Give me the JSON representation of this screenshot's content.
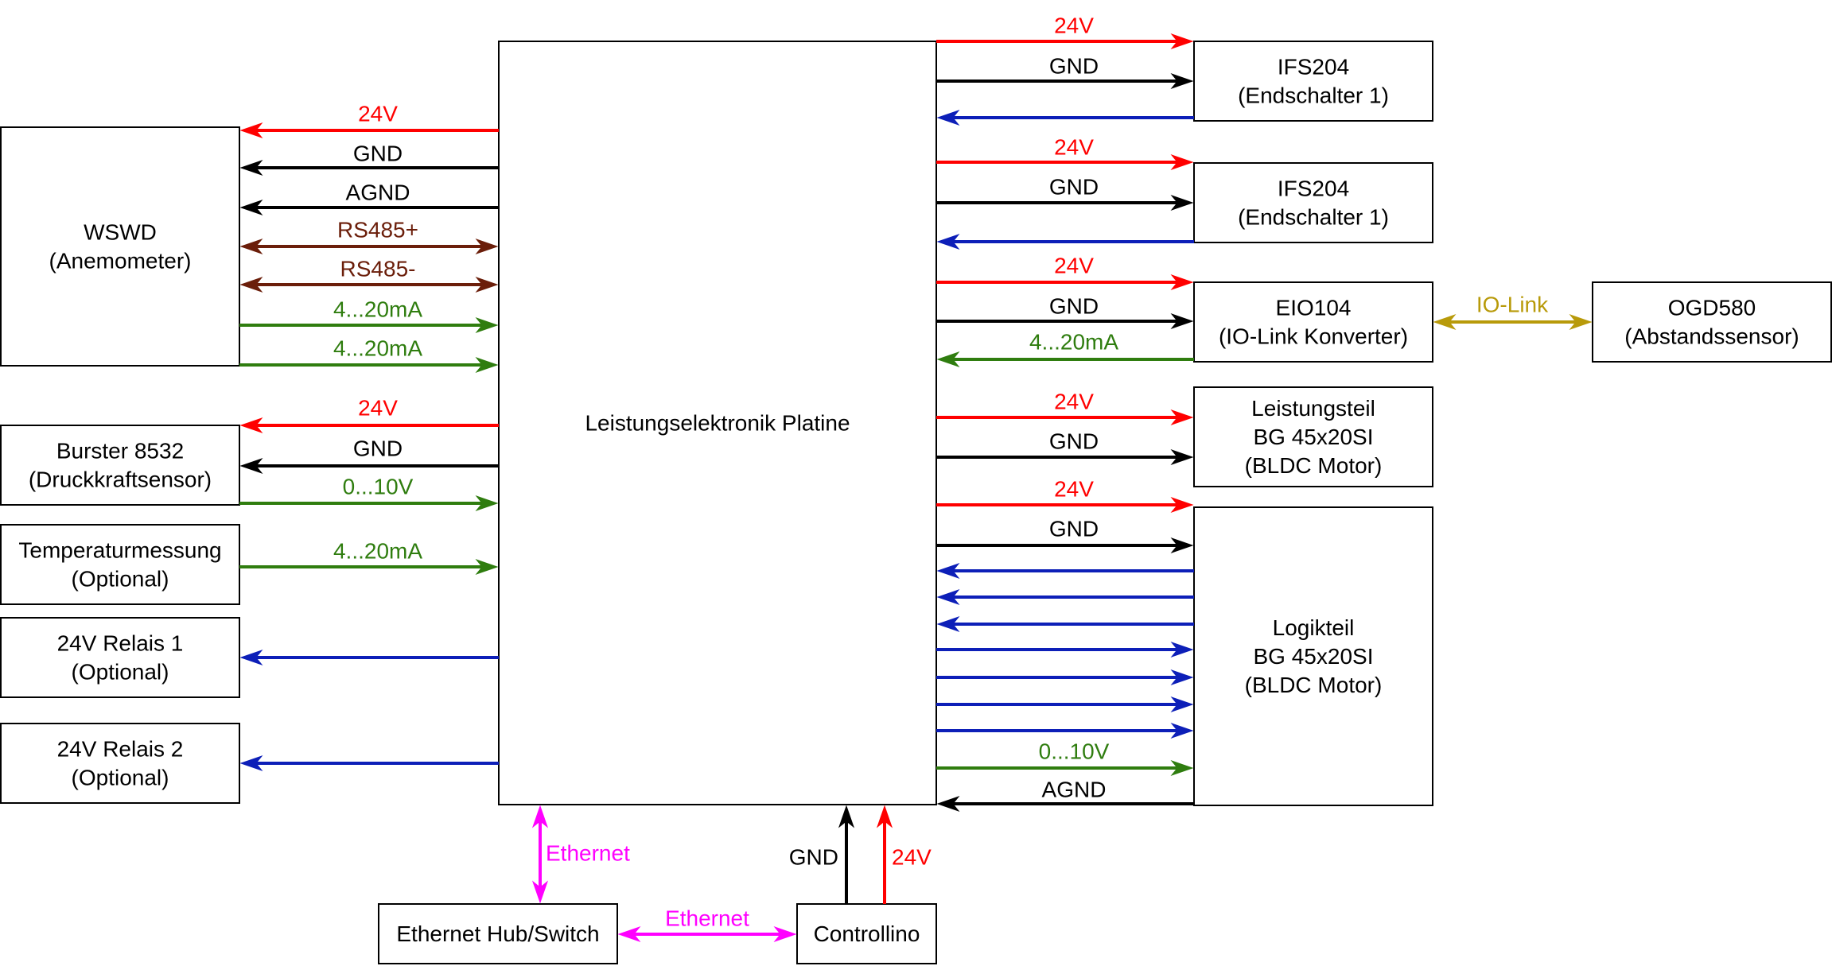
{
  "colors": {
    "power": "#ff0000",
    "ground": "#000000",
    "rs485": "#6b1e0a",
    "analog": "#2f7d0f",
    "digital": "#0d1fb8",
    "iolink": "#b89a0a",
    "ethernet": "#ff00ff"
  },
  "boxes": {
    "platine": [
      "Leistungselektronik Platine"
    ],
    "wswd": [
      "WSWD",
      "(Anemometer)"
    ],
    "burster": [
      "Burster 8532",
      "(Druckkraftsensor)"
    ],
    "temperatur": [
      "Temperaturmessung",
      "(Optional)"
    ],
    "relais1": [
      "24V Relais 1",
      "(Optional)"
    ],
    "relais2": [
      "24V Relais 2",
      "(Optional)"
    ],
    "ifs204_a": [
      "IFS204",
      "(Endschalter 1)"
    ],
    "ifs204_b": [
      "IFS204",
      "(Endschalter 1)"
    ],
    "eio104": [
      "EIO104",
      "(IO-Link Konverter)"
    ],
    "ogd580": [
      "OGD580",
      "(Abstandssensor)"
    ],
    "leistungsteil": [
      "Leistungsteil",
      "BG 45x20SI",
      "(BLDC Motor)"
    ],
    "logikteil": [
      "Logikteil",
      "BG 45x20SI",
      "(BLDC Motor)"
    ],
    "hub": [
      "Ethernet Hub/Switch"
    ],
    "controllino": [
      "Controllino"
    ]
  },
  "wire_labels": {
    "wswd_24v": "24V",
    "wswd_gnd": "GND",
    "wswd_agnd": "AGND",
    "wswd_rs485p": "RS485+",
    "wswd_rs485m": "RS485-",
    "wswd_ma1": "4...20mA",
    "wswd_ma2": "4...20mA",
    "burster_24v": "24V",
    "burster_gnd": "GND",
    "burster_010v": "0...10V",
    "temp_ma": "4...20mA",
    "ifs_a_24v": "24V",
    "ifs_a_gnd": "GND",
    "ifs_b_24v": "24V",
    "ifs_b_gnd": "GND",
    "eio_24v": "24V",
    "eio_gnd": "GND",
    "eio_ma": "4...20mA",
    "iolink": "IO-Link",
    "leist_24v": "24V",
    "leist_gnd": "GND",
    "logik_24v": "24V",
    "logik_gnd": "GND",
    "logik_010v": "0...10V",
    "logik_agnd": "AGND",
    "eth_platine": "Ethernet",
    "eth_hub": "Ethernet",
    "ctrl_gnd": "GND",
    "ctrl_24v": "24V"
  }
}
